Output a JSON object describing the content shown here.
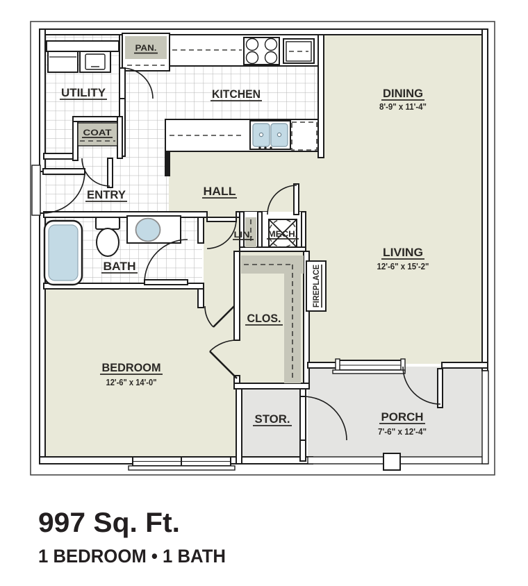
{
  "plan": {
    "rooms": {
      "utility": {
        "label": "UTILITY"
      },
      "kitchen": {
        "label": "KITCHEN"
      },
      "dining": {
        "label": "DINING",
        "dims": "8'-9\" x 11'-4\""
      },
      "entry": {
        "label": "ENTRY"
      },
      "hall": {
        "label": "HALL"
      },
      "living": {
        "label": "LIVING",
        "dims": "12'-6\" x 15'-2\""
      },
      "bath": {
        "label": "BATH"
      },
      "bedroom": {
        "label": "BEDROOM",
        "dims": "12'-6\" x 14'-0\""
      },
      "closet": {
        "label": "CLOS."
      },
      "storage": {
        "label": "STOR."
      },
      "porch": {
        "label": "PORCH",
        "dims": "7'-6\" x 12'-4\""
      }
    },
    "closets": {
      "pantry": "PAN.",
      "coat": "COAT",
      "linen": "LIN.",
      "mech": "MECH.",
      "fireplace": "FIREPLACE"
    }
  },
  "footer": {
    "sqft": "997 Sq. Ft.",
    "config": "1 BEDROOM • 1 BATH"
  },
  "colors": {
    "floor_main": "#e9e9d9",
    "floor_tile": "#ffffff",
    "tile_grid": "#b5b5b5",
    "floor_porch": "#e4e4e2",
    "shelf_shade": "#c6c6b9",
    "fixture_blue": "#c3dae5",
    "wall": "#1c1c1c",
    "text": "#2b2926"
  }
}
